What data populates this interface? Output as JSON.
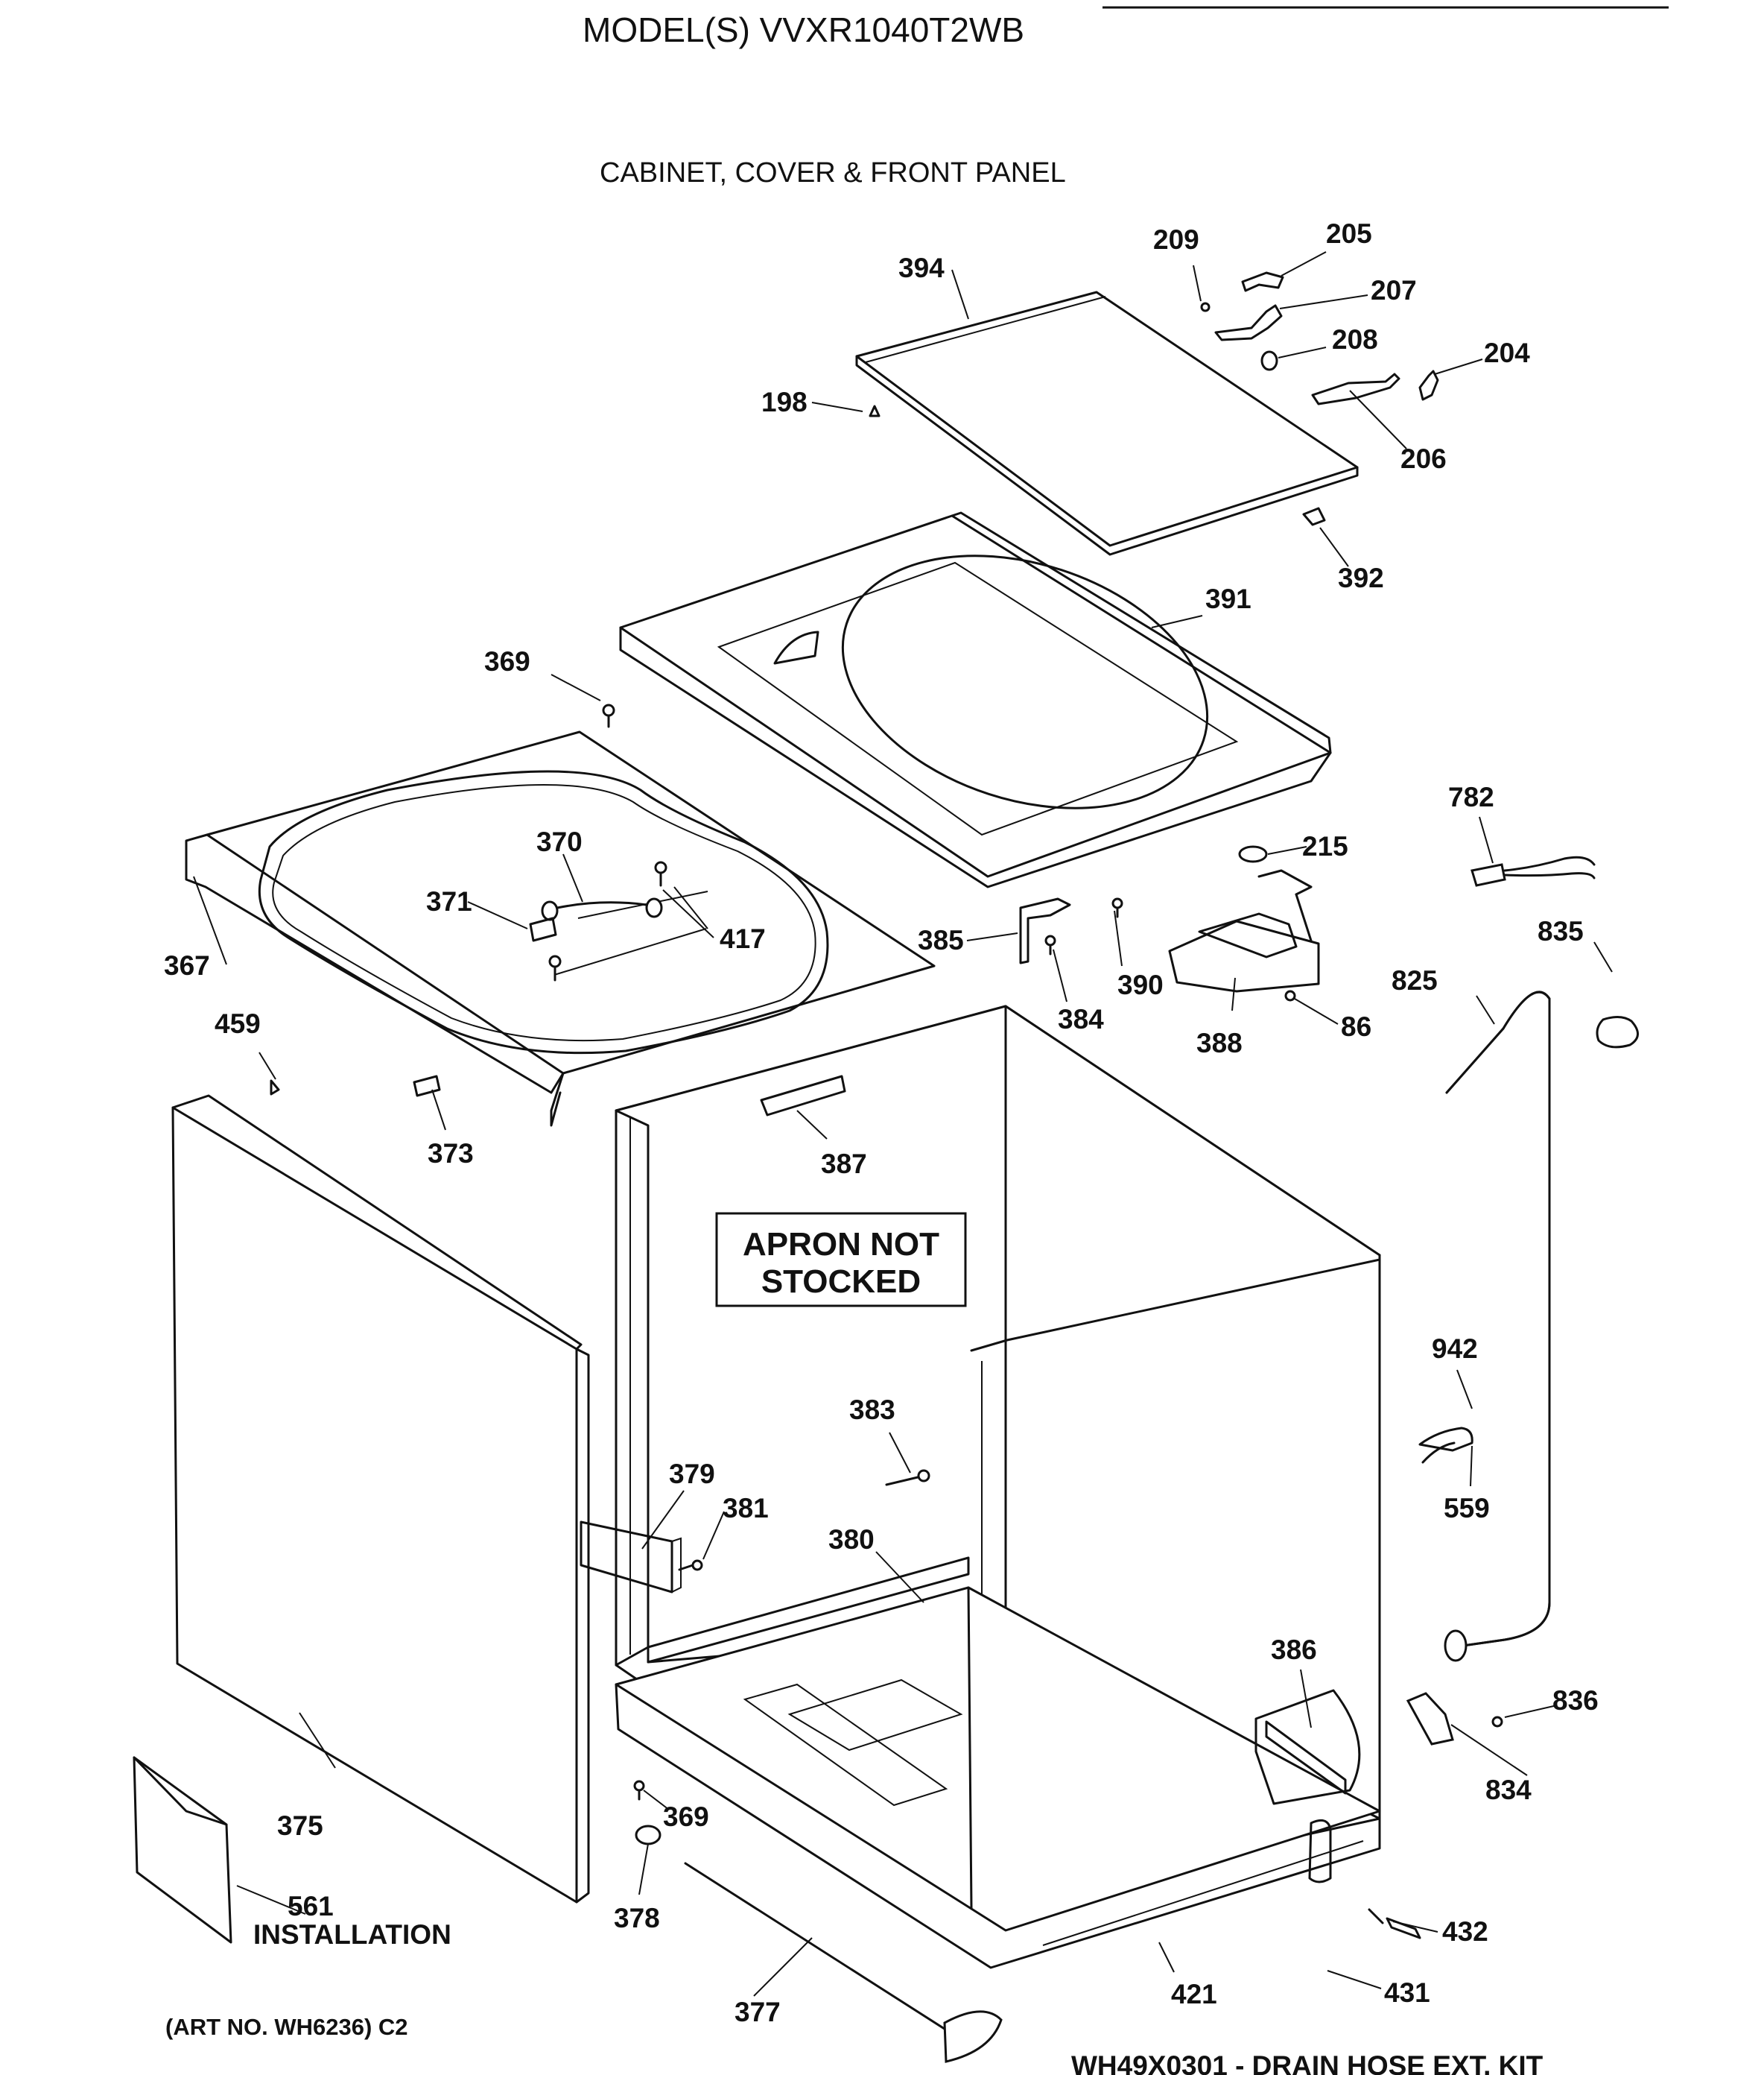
{
  "header": {
    "model": "MODEL(S) VVXR1040T2WB",
    "section": "CABINET, COVER & FRONT PANEL"
  },
  "note_box": {
    "line1": "APRON NOT",
    "line2": "STOCKED"
  },
  "installation_label": "INSTALLATION",
  "art_number": "(ART NO. WH6236) C2",
  "kit_note": "WH49X0301 - DRAIN HOSE EXT. KIT",
  "part_labels": [
    "394",
    "209",
    "205",
    "207",
    "208",
    "204",
    "206",
    "198",
    "392",
    "391",
    "369",
    "782",
    "215",
    "370",
    "371",
    "417",
    "385",
    "390",
    "835",
    "825",
    "367",
    "384",
    "388",
    "86",
    "459",
    "373",
    "387",
    "942",
    "383",
    "379",
    "381",
    "380",
    "559",
    "386",
    "836",
    "834",
    "375",
    "369",
    "561",
    "378",
    "432",
    "377",
    "421",
    "431"
  ]
}
